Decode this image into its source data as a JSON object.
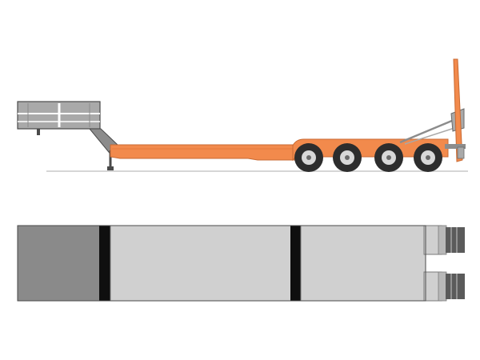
{
  "figure": {
    "views": [
      "side-view",
      "top-view"
    ],
    "axles": 4
  },
  "colors": {
    "background": "#ffffff",
    "frame_orange": "#f28a4c",
    "frame_orange_dark": "#c86a33",
    "steel_gray": "#8c8c8c",
    "steel_light": "#a9a9a9",
    "outline": "#4a4a4a",
    "tire": "#2d2d2d",
    "hub": "#d8d8d8",
    "deck_light": "#d0d0d0",
    "deck_dark": "#8a8a8a",
    "beam_black": "#0f0f0f",
    "ground_line": "#c8c8c8"
  }
}
